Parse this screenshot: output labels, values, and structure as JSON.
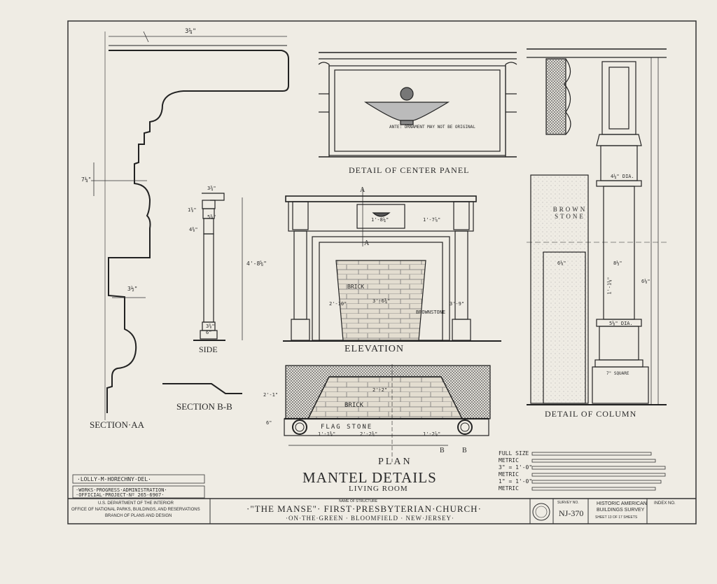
{
  "labels": {
    "section_aa": "SECTION·AA",
    "section_bb": "SECTION B-B",
    "side": "SIDE",
    "elevation": "ELEVATION",
    "plan": "PLAN",
    "center_panel": "DETAIL OF CENTER PANEL",
    "column": "DETAIL OF COLUMN",
    "brown_stone": "BROWN STONE",
    "brick": "BRICK",
    "brownstone_inline": "BROWNSTONE",
    "flag_stone": "FLAG STONE",
    "orn_note": "ANTE: ORNAMENT MAY NOT BE ORIGINAL",
    "square": "7\" SQUARE",
    "dia_top": "4¼\" DIA.",
    "dia_bot": "5⅛\" DIA."
  },
  "dims": {
    "top_width": "3¼\"",
    "d_7_1_4": "7¼\"",
    "d_3_1_2": "3½\"",
    "side_top": "3¾\"",
    "side_height": "4'-8⅝\"",
    "side_1": "1⅜\"",
    "side_2": "5⅜\"",
    "side_3": "4⅜\"",
    "side_base1": "3⅜\"",
    "side_base2": "6\"",
    "elev_1": "1'-8¼\"",
    "elev_2": "1'-7⅞\"",
    "elev_3": "3'-6¾\"",
    "elev_4": "2'-10\"",
    "elev_5": "3'-9\"",
    "plan_1": "2'-2\"",
    "plan_2": "2'-1\"",
    "plan_3": "1'-1⅜\"",
    "plan_4": "2'-2¾\"",
    "plan_5": "1'-2⅞\"",
    "plan_6": "6\"",
    "col_1": "6⅛\"",
    "col_2": "8½\"",
    "col_3": "6⅛\"",
    "col_4": "1'-1¼\""
  },
  "section_marks": {
    "a": "A",
    "b": "B"
  },
  "title_block": {
    "title": "MANTEL DETAILS",
    "subtitle": "LIVING ROOM",
    "delineator": "·LOLLY·M·HORECHNY·DEL·",
    "wpa_line1": "·WORKS·PROGRESS·ADMINISTRATION·",
    "wpa_line2": "·OFFICIAL·PROJECT·Nº 265-6907·",
    "dept_line1": "U.S. DEPARTMENT OF THE INTERIOR",
    "dept_line2": "OFFICE OF NATIONAL PARKS, BUILDINGS, AND RESERVATIONS",
    "dept_line3": "BRANCH OF PLANS AND DESIGN",
    "name_of_structure_caption": "NAME OF STRUCTURE",
    "structure_name": "·\"THE MANSE\"· FIRST·PRESBYTERIAN·CHURCH·",
    "structure_location": "·ON·THE·GREEN · BLOOMFIELD · NEW·JERSEY·",
    "survey_caption": "SURVEY NO.",
    "survey_no": "NJ-370",
    "habs_line1": "HISTORIC AMERICAN",
    "habs_line2": "BUILDINGS SURVEY",
    "sheet_text": "SHEET 13 OF 17 SHEETS",
    "index_caption": "INDEX NO."
  },
  "scales": [
    "FULL SIZE",
    "METRIC",
    "3\" = 1'-0\"",
    "METRIC",
    "1\" = 1'-0\"",
    "METRIC"
  ]
}
